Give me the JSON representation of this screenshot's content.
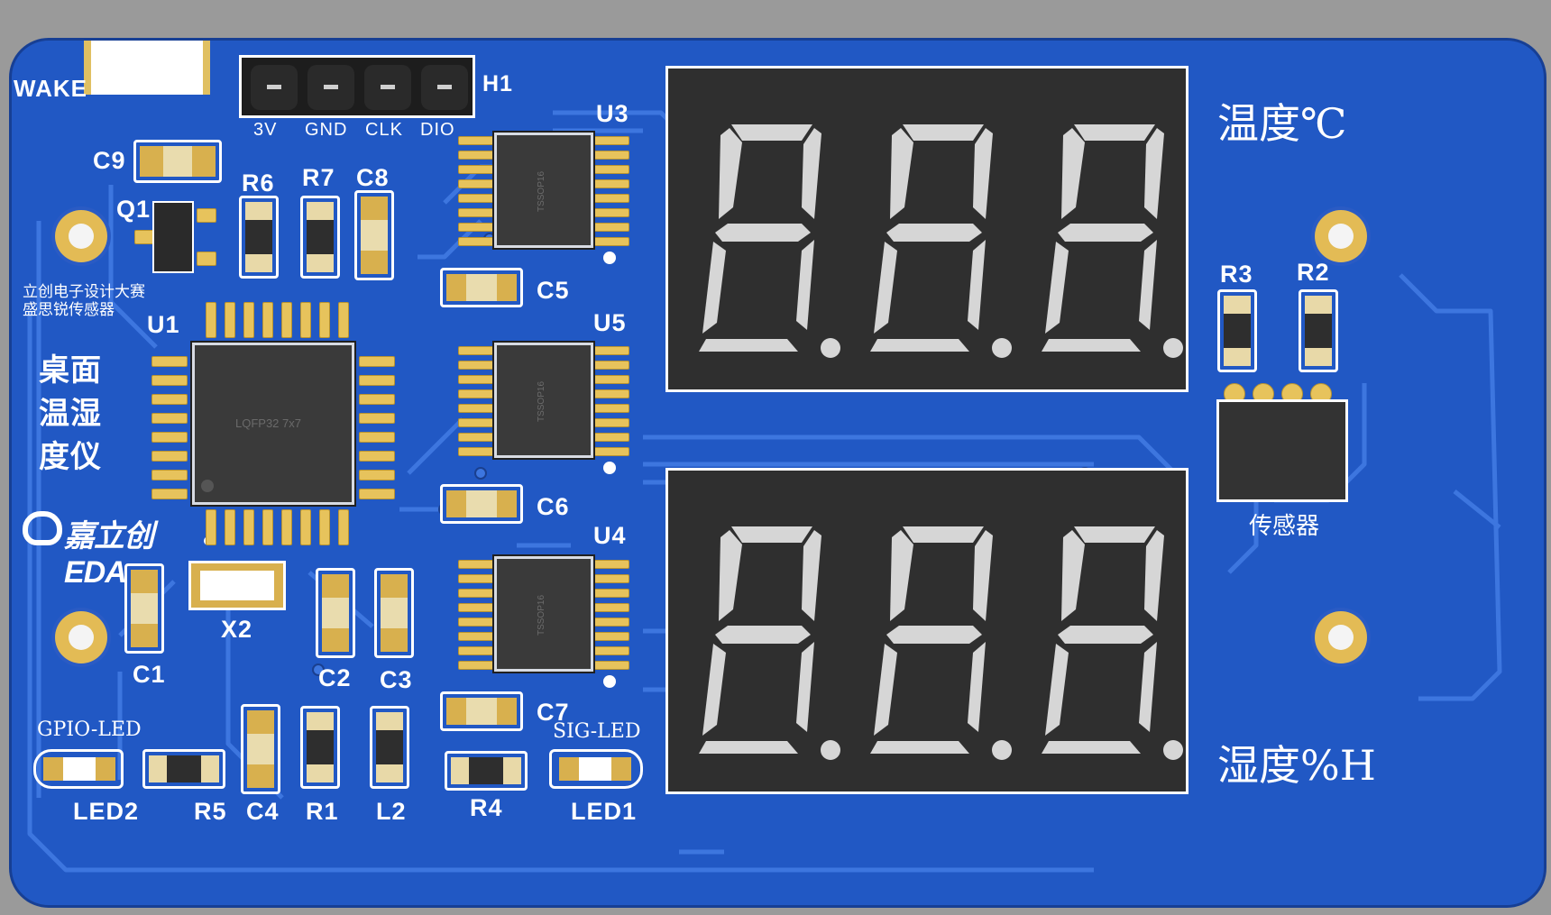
{
  "board": {
    "title_vertical": [
      "桌面",
      "温湿",
      "度仪"
    ],
    "subtitle_lines": [
      "立创电子设计大赛",
      "盛思锐传感器"
    ],
    "brand": "嘉立创EDA",
    "temp_label": "温度℃",
    "humid_label": "湿度%H",
    "sensor_label": "传感器",
    "gpio_led_label": "GPIO-LED",
    "sig_led_label": "SIG-LED",
    "wake_label": "WAKE"
  },
  "header": {
    "ref": "H1",
    "pins": [
      "3V",
      "GND",
      "CLK",
      "DIO"
    ]
  },
  "chips": {
    "u1": {
      "ref": "U1",
      "package": "LQFP32  7x7"
    },
    "u3": {
      "ref": "U3",
      "package": "TSSOP16"
    },
    "u5": {
      "ref": "U5",
      "package": "TSSOP16"
    },
    "u4": {
      "ref": "U4",
      "package": "TSSOP16"
    }
  },
  "parts": {
    "c9": "C9",
    "q1": "Q1",
    "r6": "R6",
    "r7": "R7",
    "c8": "C8",
    "c5": "C5",
    "c6": "C6",
    "c7": "C7",
    "c1": "C1",
    "x2": "X2",
    "c2": "C2",
    "c3": "C3",
    "led2": "LED2",
    "r5": "R5",
    "c4": "C4",
    "r1": "R1",
    "l2": "L2",
    "r4": "R4",
    "led1": "LED1",
    "r3": "R3",
    "r2": "R2"
  },
  "colors": {
    "pcb": "#2158c4",
    "trace": "#3a72dc",
    "silkscreen": "#ffffff",
    "copper": "#e3bb55",
    "display": "#2f2f2f",
    "segment": "#d6d6d6"
  }
}
